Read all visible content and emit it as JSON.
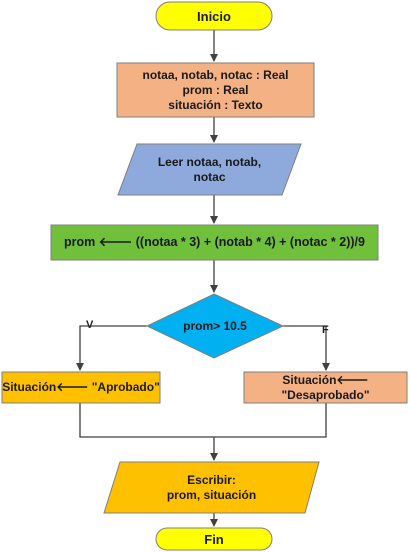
{
  "nodes": {
    "inicio": {
      "label": "Inicio"
    },
    "declare": {
      "lines": [
        "notaa, notab, notac : Real",
        "prom : Real",
        "situación : Texto"
      ]
    },
    "read": {
      "lines": [
        "Leer notaa, notab,",
        "notac"
      ]
    },
    "compute": {
      "label": "prom 🡐 ((notaa * 3) + (notab * 4) + (notac * 2))/9"
    },
    "decision": {
      "label": "prom> 10.5"
    },
    "aprobado": {
      "label": "Situación🡐 \"Aprobado\""
    },
    "desaprobado": {
      "label": "Situación🡐 \"Desaprobado\""
    },
    "write": {
      "lines": [
        "Escribir:",
        "prom, situación"
      ]
    },
    "fin": {
      "label": "Fin"
    }
  },
  "edges": {
    "true_label": "V",
    "false_label": "F"
  },
  "colors": {
    "terminal": "#ffff00",
    "declare": "#f4b183",
    "read": "#8ea9db",
    "compute": "#70c03c",
    "decision": "#00b0f0",
    "aprobado": "#ffc000",
    "desaprobado": "#f4b183",
    "write": "#ffc000",
    "line": "#404040"
  }
}
